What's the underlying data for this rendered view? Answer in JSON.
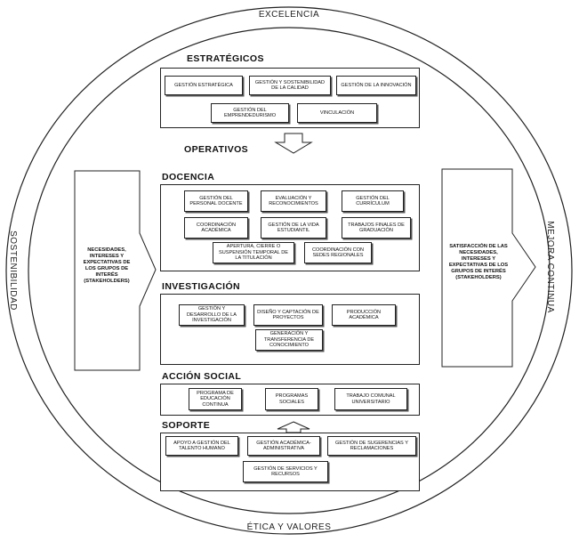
{
  "ring": {
    "top": "EXCELENCIA",
    "bottom": "ÉTICA Y VALORES",
    "left": "SOSTENIBILIDAD",
    "right": "MEJORA CONTINUA"
  },
  "inputs": {
    "text": "NECESIDADES, INTERESES Y EXPECTATIVAS DE LOS GRUPOS DE INTERÉS (STAKEHOLDERS)"
  },
  "outputs": {
    "text": "SATISFACCIÓN DE LAS NECESIDADES, INTERESES Y EXPECTATIVAS DE LOS GRUPOS DE INTERÉS (STAKEHOLDERS)"
  },
  "sections": {
    "estrategicos": {
      "title": "ESTRATÉGICOS",
      "items": [
        "GESTIÓN ESTRATÉGICA",
        "GESTIÓN Y SOSTENIBILIDAD DE LA CALIDAD",
        "GESTIÓN DE LA INNOVACIÓN",
        "GESTIÓN DEL EMPRENDEDURISMO",
        "VINCULACIÓN"
      ]
    },
    "operativos": {
      "title": "OPERATIVOS"
    },
    "docencia": {
      "title": "DOCENCIA",
      "items": [
        "GESTIÓN DEL PERSONAL DOCENTE",
        "EVALUACIÓN Y RECONOCIMIENTOS",
        "GESTIÓN DEL CURRÍCULUM",
        "COORDINACIÓN ACADÉMICA",
        "GESTIÓN DE LA VIDA ESTUDIANTIL",
        "TRABAJOS FINALES DE GRADUACIÓN",
        "APERTURA, CIERRE O SUSPENSIÓN TEMPORAL DE LA TITULACIÓN",
        "COORDINACIÓN CON SEDES REGIONALES"
      ]
    },
    "investigacion": {
      "title": "INVESTIGACIÓN",
      "items": [
        "GESTIÓN Y DESARROLLO DE LA INVESTIGACIÓN",
        "DISEÑO Y CAPTACIÓN DE PROYECTOS",
        "PRODUCCIÓN ACADÉMICA",
        "GENERACIÓN Y TRANSFERENCIA DE CONOCIMIENTO"
      ]
    },
    "accion_social": {
      "title": "ACCIÓN SOCIAL",
      "items": [
        "PROGRAMA DE EDUCACIÓN CONTINUA",
        "PROGRAMAS SOCIALES",
        "TRABAJO COMUNAL UNIVERSITARIO"
      ]
    },
    "soporte": {
      "title": "SOPORTE",
      "items": [
        "APOYO A GESTIÓN DEL TALENTO HUMANO",
        "GESTIÓN ACADÉMICA-ADMINISTRATIVA",
        "GESTIÓN DE SUGERENCIAS Y RECLAMACIONES",
        "GESTIÓN DE SERVICIOS Y RECURSOS"
      ]
    }
  }
}
